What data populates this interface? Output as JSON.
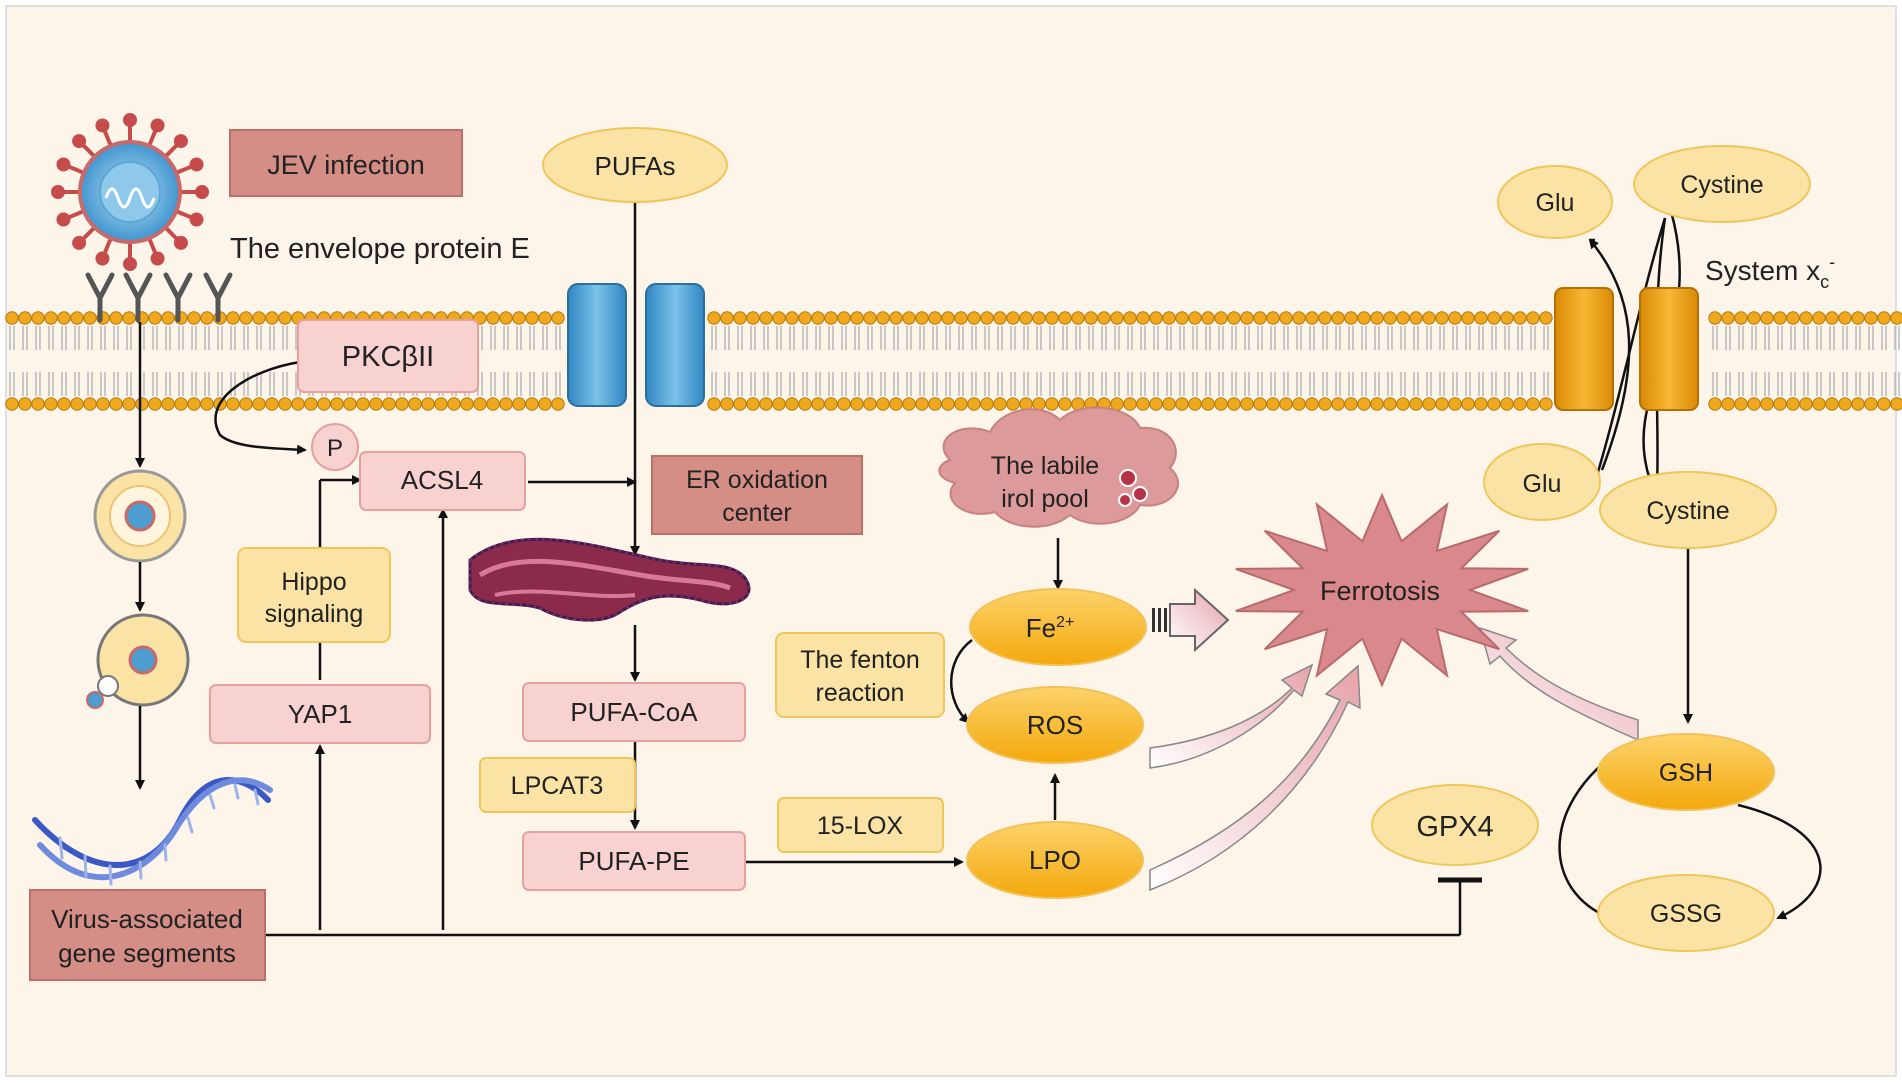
{
  "colors": {
    "background": "#fdf5ea",
    "pink_box": "#f7d2d0",
    "pink_border": "#e6a0a0",
    "dark_box": "#d48e86",
    "dark_border": "#bd6e66",
    "yellow_box": "#fbe3a6",
    "yellow_border": "#efc65a",
    "orange": "#f5b014",
    "membrane_head": "#f0a81e",
    "channel_blue": "#4fa8dc",
    "transporter_orange": "#eea014",
    "ferrotosis_star": "#d9898b",
    "cloud": "#dc9a9a"
  },
  "labels": {
    "jev_infection": "JEV infection",
    "envelope_protein": "The envelope protein E",
    "pufas": "PUFAs",
    "pkc": "PKCβII",
    "p": "P",
    "acsl4": "ACSL4",
    "er_oxidation_1": "ER oxidation",
    "er_oxidation_2": "center",
    "hippo_1": "Hippo",
    "hippo_2": "signaling",
    "yap1": "YAP1",
    "virus_genes_1": "Virus-associated",
    "virus_genes_2": "gene segments",
    "pufa_coa": "PUFA-CoA",
    "lpcat3": "LPCAT3",
    "pufa_pe": "PUFA-PE",
    "fifteen_lox": "15-LOX",
    "lpo": "LPO",
    "ros": "ROS",
    "fenton_1": "The fenton",
    "fenton_2": "reaction",
    "fe_base": "Fe",
    "fe_sup": "2+",
    "labile_1": "The labile",
    "labile_2": "irol pool",
    "ferrotosis": "Ferrotosis",
    "gpx4": "GPX4",
    "glu_top": "Glu",
    "cystine_top": "Cystine",
    "system_base": "System x",
    "system_sub": "c",
    "system_sup": "-",
    "glu_bottom": "Glu",
    "cystine_bottom": "Cystine",
    "gsh": "GSH",
    "gssg": "GSSG"
  }
}
